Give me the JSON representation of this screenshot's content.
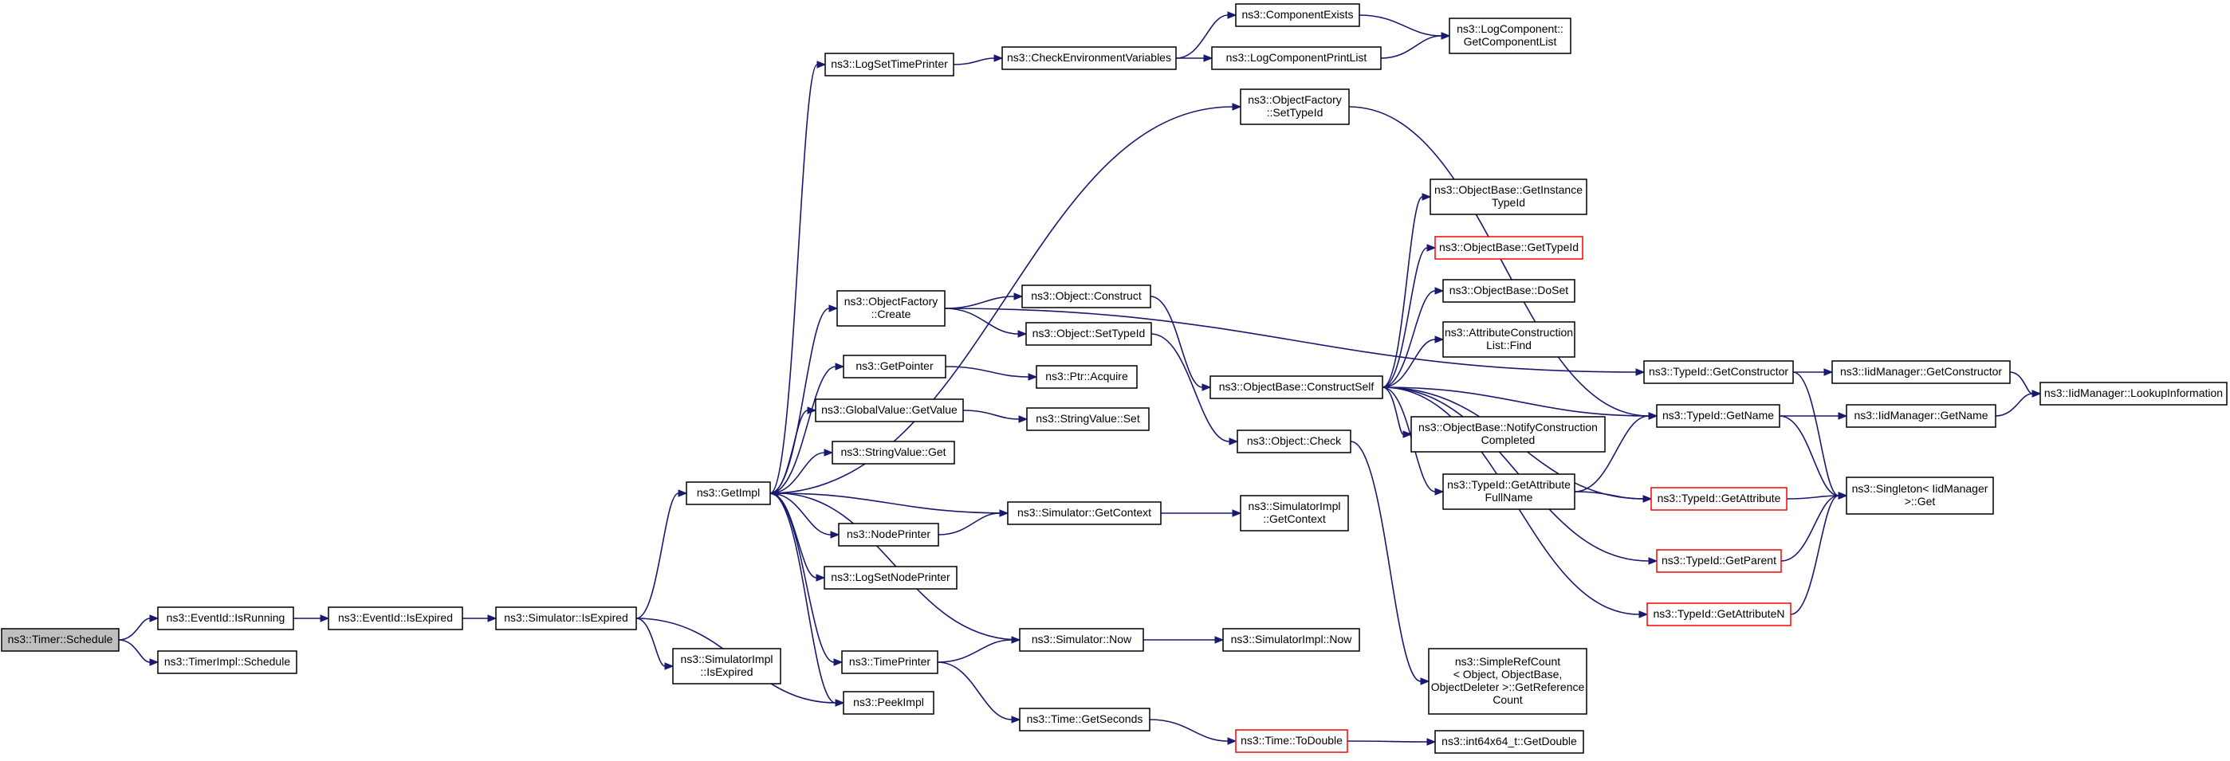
{
  "nodes": [
    {
      "id": "timer_schedule",
      "lines": [
        "ns3::Timer::Schedule"
      ],
      "style": "root"
    },
    {
      "id": "eventid_isrunning",
      "lines": [
        "ns3::EventId::IsRunning"
      ],
      "style": "normal"
    },
    {
      "id": "timerimpl_schedule",
      "lines": [
        "ns3::TimerImpl::Schedule"
      ],
      "style": "normal"
    },
    {
      "id": "eventid_isexpired",
      "lines": [
        "ns3::EventId::IsExpired"
      ],
      "style": "normal"
    },
    {
      "id": "simulator_isexpired",
      "lines": [
        "ns3::Simulator::IsExpired"
      ],
      "style": "normal"
    },
    {
      "id": "getimpl",
      "lines": [
        "ns3::GetImpl"
      ],
      "style": "normal"
    },
    {
      "id": "simimpl_isexpired",
      "lines": [
        "ns3::SimulatorImpl",
        "::IsExpired"
      ],
      "style": "normal"
    },
    {
      "id": "peekimpl",
      "lines": [
        "ns3::PeekImpl"
      ],
      "style": "normal"
    },
    {
      "id": "logsettimeprinter",
      "lines": [
        "ns3::LogSetTimePrinter"
      ],
      "style": "normal"
    },
    {
      "id": "objectfactory_create",
      "lines": [
        "ns3::ObjectFactory",
        "::Create"
      ],
      "style": "normal"
    },
    {
      "id": "getpointer",
      "lines": [
        "ns3::GetPointer"
      ],
      "style": "normal"
    },
    {
      "id": "globalvalue_getvalue",
      "lines": [
        "ns3::GlobalValue::GetValue"
      ],
      "style": "normal"
    },
    {
      "id": "stringvalue_get",
      "lines": [
        "ns3::StringValue::Get"
      ],
      "style": "normal"
    },
    {
      "id": "nodeprinter",
      "lines": [
        "ns3::NodePrinter"
      ],
      "style": "normal"
    },
    {
      "id": "logsetnodeprinter",
      "lines": [
        "ns3::LogSetNodePrinter"
      ],
      "style": "normal"
    },
    {
      "id": "timeprinter",
      "lines": [
        "ns3::TimePrinter"
      ],
      "style": "normal"
    },
    {
      "id": "checkenvvars",
      "lines": [
        "ns3::CheckEnvironmentVariables"
      ],
      "style": "normal"
    },
    {
      "id": "objectfactory_settypeid",
      "lines": [
        "ns3::ObjectFactory",
        "::SetTypeId"
      ],
      "style": "normal"
    },
    {
      "id": "object_construct",
      "lines": [
        "ns3::Object::Construct"
      ],
      "style": "normal"
    },
    {
      "id": "object_settypeid",
      "lines": [
        "ns3::Object::SetTypeId"
      ],
      "style": "normal"
    },
    {
      "id": "ptr_acquire",
      "lines": [
        "ns3::Ptr::Acquire"
      ],
      "style": "normal"
    },
    {
      "id": "stringvalue_set",
      "lines": [
        "ns3::StringValue::Set"
      ],
      "style": "normal"
    },
    {
      "id": "simulator_getcontext",
      "lines": [
        "ns3::Simulator::GetContext"
      ],
      "style": "normal"
    },
    {
      "id": "simulator_now",
      "lines": [
        "ns3::Simulator::Now"
      ],
      "style": "normal"
    },
    {
      "id": "time_getseconds",
      "lines": [
        "ns3::Time::GetSeconds"
      ],
      "style": "normal"
    },
    {
      "id": "componentexists",
      "lines": [
        "ns3::ComponentExists"
      ],
      "style": "normal"
    },
    {
      "id": "logcomponentprintlist",
      "lines": [
        "ns3::LogComponentPrintList"
      ],
      "style": "normal"
    },
    {
      "id": "objectbase_constructself",
      "lines": [
        "ns3::ObjectBase::ConstructSelf"
      ],
      "style": "normal"
    },
    {
      "id": "object_check",
      "lines": [
        "ns3::Object::Check"
      ],
      "style": "normal"
    },
    {
      "id": "simimpl_getcontext",
      "lines": [
        "ns3::SimulatorImpl",
        "::GetContext"
      ],
      "style": "normal"
    },
    {
      "id": "simimpl_now",
      "lines": [
        "ns3::SimulatorImpl::Now"
      ],
      "style": "normal"
    },
    {
      "id": "time_todouble",
      "lines": [
        "ns3::Time::ToDouble"
      ],
      "style": "red"
    },
    {
      "id": "logcomponent_getcomponentlist",
      "lines": [
        "ns3::LogComponent::",
        "GetComponentList"
      ],
      "style": "normal"
    },
    {
      "id": "objectbase_getinstancetypeid",
      "lines": [
        "ns3::ObjectBase::GetInstance",
        "TypeId"
      ],
      "style": "normal"
    },
    {
      "id": "objectbase_gettypeid",
      "lines": [
        "ns3::ObjectBase::GetTypeId"
      ],
      "style": "red"
    },
    {
      "id": "objectbase_doset",
      "lines": [
        "ns3::ObjectBase::DoSet"
      ],
      "style": "normal"
    },
    {
      "id": "attrconstlist_find",
      "lines": [
        "ns3::AttributeConstruction",
        "List::Find"
      ],
      "style": "normal"
    },
    {
      "id": "objectbase_notifyconstruction",
      "lines": [
        "ns3::ObjectBase::NotifyConstruction",
        "Completed"
      ],
      "style": "normal"
    },
    {
      "id": "typeid_getattributefullname",
      "lines": [
        "ns3::TypeId::GetAttribute",
        "FullName"
      ],
      "style": "normal"
    },
    {
      "id": "simplerefcount",
      "lines": [
        "ns3::SimpleRefCount",
        "< Object, ObjectBase,",
        "ObjectDeleter >::GetReference",
        "Count"
      ],
      "style": "normal"
    },
    {
      "id": "int64x64_getdouble",
      "lines": [
        "ns3::int64x64_t::GetDouble"
      ],
      "style": "normal"
    },
    {
      "id": "typeid_getconstructor",
      "lines": [
        "ns3::TypeId::GetConstructor"
      ],
      "style": "normal"
    },
    {
      "id": "typeid_getname",
      "lines": [
        "ns3::TypeId::GetName"
      ],
      "style": "normal"
    },
    {
      "id": "typeid_getattribute",
      "lines": [
        "ns3::TypeId::GetAttribute"
      ],
      "style": "red"
    },
    {
      "id": "typeid_getparent",
      "lines": [
        "ns3::TypeId::GetParent"
      ],
      "style": "red"
    },
    {
      "id": "typeid_getattributen",
      "lines": [
        "ns3::TypeId::GetAttributeN"
      ],
      "style": "red"
    },
    {
      "id": "iidmanager_getconstructor",
      "lines": [
        "ns3::IidManager::GetConstructor"
      ],
      "style": "normal"
    },
    {
      "id": "iidmanager_getname",
      "lines": [
        "ns3::IidManager::GetName"
      ],
      "style": "normal"
    },
    {
      "id": "singleton_get",
      "lines": [
        "ns3::Singleton< IidManager",
        ">::Get"
      ],
      "style": "normal"
    },
    {
      "id": "iidmanager_lookupinformation",
      "lines": [
        "ns3::IidManager::LookupInformation"
      ],
      "style": "normal"
    }
  ],
  "edges": [
    [
      "timer_schedule",
      "eventid_isrunning"
    ],
    [
      "timer_schedule",
      "timerimpl_schedule"
    ],
    [
      "eventid_isrunning",
      "eventid_isexpired"
    ],
    [
      "eventid_isexpired",
      "simulator_isexpired"
    ],
    [
      "simulator_isexpired",
      "getimpl"
    ],
    [
      "simulator_isexpired",
      "simimpl_isexpired"
    ],
    [
      "simulator_isexpired",
      "peekimpl"
    ],
    [
      "getimpl",
      "logsettimeprinter"
    ],
    [
      "getimpl",
      "objectfactory_settypeid"
    ],
    [
      "getimpl",
      "objectfactory_create"
    ],
    [
      "getimpl",
      "getpointer"
    ],
    [
      "getimpl",
      "globalvalue_getvalue"
    ],
    [
      "getimpl",
      "stringvalue_get"
    ],
    [
      "getimpl",
      "nodeprinter"
    ],
    [
      "getimpl",
      "logsetnodeprinter"
    ],
    [
      "getimpl",
      "timeprinter"
    ],
    [
      "getimpl",
      "peekimpl"
    ],
    [
      "simulator_getcontext",
      "getimpl"
    ],
    [
      "simulator_now",
      "getimpl"
    ],
    [
      "logsettimeprinter",
      "checkenvvars"
    ],
    [
      "checkenvvars",
      "componentexists"
    ],
    [
      "checkenvvars",
      "logcomponentprintlist"
    ],
    [
      "componentexists",
      "logcomponent_getcomponentlist"
    ],
    [
      "logcomponentprintlist",
      "logcomponent_getcomponentlist"
    ],
    [
      "objectfactory_settypeid",
      "typeid_getname"
    ],
    [
      "objectfactory_create",
      "typeid_getconstructor"
    ],
    [
      "objectfactory_create",
      "object_construct"
    ],
    [
      "objectfactory_create",
      "object_settypeid"
    ],
    [
      "object_construct",
      "objectbase_constructself"
    ],
    [
      "object_settypeid",
      "object_check"
    ],
    [
      "getpointer",
      "ptr_acquire"
    ],
    [
      "globalvalue_getvalue",
      "stringvalue_set"
    ],
    [
      "nodeprinter",
      "simulator_getcontext"
    ],
    [
      "simulator_getcontext",
      "simimpl_getcontext"
    ],
    [
      "timeprinter",
      "simulator_now"
    ],
    [
      "timeprinter",
      "time_getseconds"
    ],
    [
      "simulator_now",
      "simimpl_now"
    ],
    [
      "time_getseconds",
      "time_todouble"
    ],
    [
      "time_todouble",
      "int64x64_getdouble"
    ],
    [
      "objectbase_constructself",
      "objectbase_getinstancetypeid"
    ],
    [
      "objectbase_constructself",
      "objectbase_gettypeid"
    ],
    [
      "objectbase_constructself",
      "objectbase_doset"
    ],
    [
      "objectbase_constructself",
      "attrconstlist_find"
    ],
    [
      "objectbase_constructself",
      "objectbase_notifyconstruction"
    ],
    [
      "objectbase_constructself",
      "typeid_getattributefullname"
    ],
    [
      "objectbase_constructself",
      "typeid_getname"
    ],
    [
      "objectbase_constructself",
      "typeid_getattribute"
    ],
    [
      "objectbase_constructself",
      "typeid_getparent"
    ],
    [
      "objectbase_constructself",
      "typeid_getattributen"
    ],
    [
      "object_check",
      "simplerefcount"
    ],
    [
      "typeid_getattributefullname",
      "typeid_getname"
    ],
    [
      "typeid_getattributefullname",
      "typeid_getattribute"
    ],
    [
      "typeid_getconstructor",
      "iidmanager_getconstructor"
    ],
    [
      "typeid_getconstructor",
      "singleton_get"
    ],
    [
      "typeid_getname",
      "iidmanager_getname"
    ],
    [
      "typeid_getname",
      "singleton_get"
    ],
    [
      "typeid_getattribute",
      "singleton_get"
    ],
    [
      "typeid_getparent",
      "singleton_get"
    ],
    [
      "typeid_getattributen",
      "singleton_get"
    ],
    [
      "iidmanager_getconstructor",
      "iidmanager_lookupinformation"
    ],
    [
      "iidmanager_getname",
      "iidmanager_lookupinformation"
    ]
  ],
  "colors": {
    "edge": "#191970",
    "root_fill": "#bfbfbf",
    "red_border": "#ff0000",
    "normal_border": "#000000",
    "background": "#ffffff"
  }
}
